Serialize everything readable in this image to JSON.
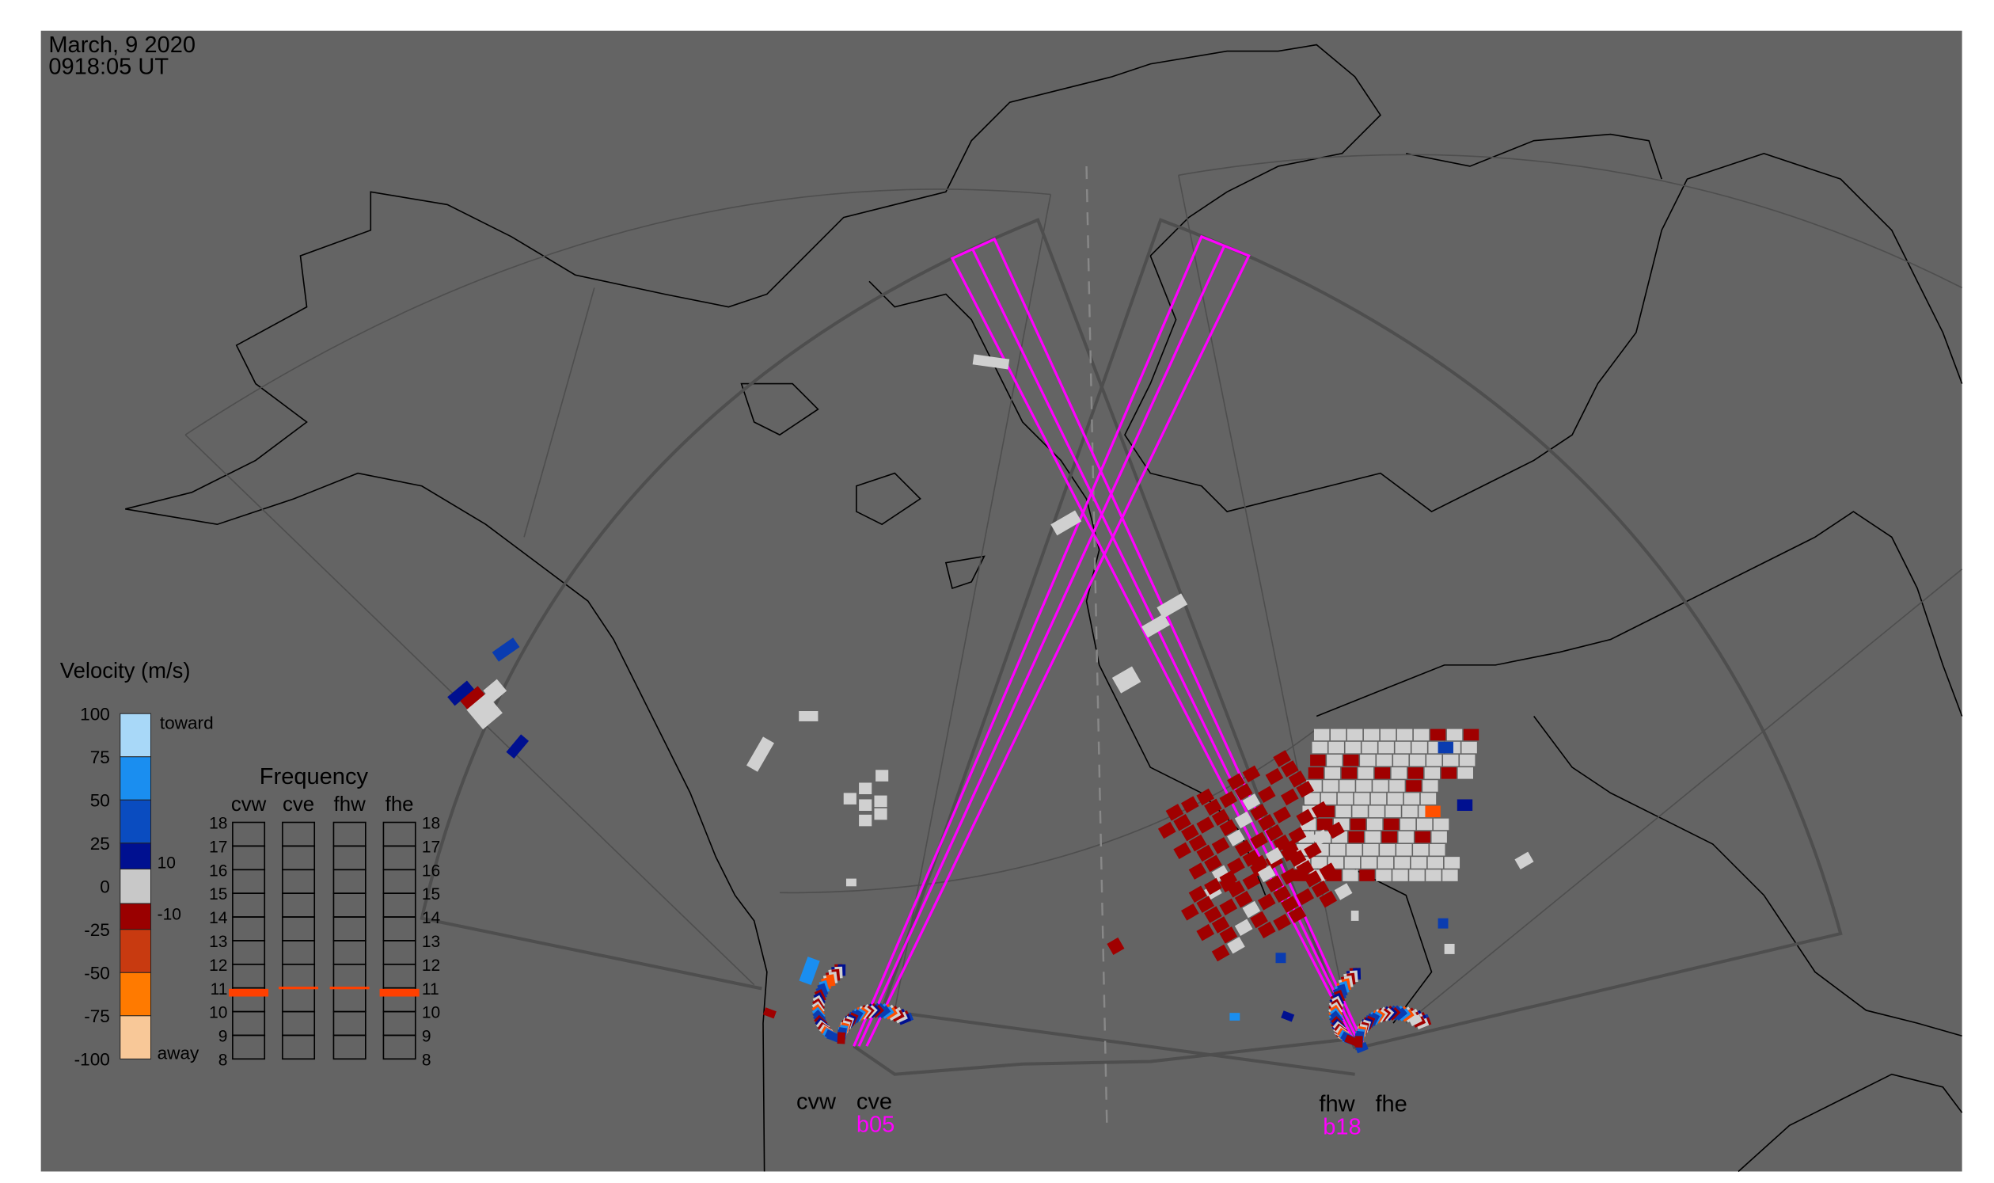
{
  "header": {
    "date": "March, 9 2020",
    "time": "0918:05 UT"
  },
  "legend": {
    "title": "Velocity (m/s)",
    "ticks": [
      "100",
      "75",
      "50",
      "25",
      "0",
      "-25",
      "-50",
      "-75",
      "-100"
    ],
    "toward_label": "toward",
    "away_label": "away",
    "ground_scatter_ticks": [
      "10",
      "-10"
    ],
    "colors": [
      "#a8d8f8",
      "#1a8ef0",
      "#0a4cc0",
      "#001090",
      "#c8c8c8",
      "#9a0000",
      "#c83a10",
      "#ff7a00",
      "#f8c898"
    ]
  },
  "frequency": {
    "title": "Frequency",
    "radars": [
      "cvw",
      "cve",
      "fhw",
      "fhe"
    ],
    "scale_left": [
      "18",
      "17",
      "16",
      "15",
      "14",
      "13",
      "12",
      "11",
      "10",
      "9",
      "8"
    ],
    "scale_right": [
      "18",
      "17",
      "16",
      "15",
      "14",
      "13",
      "12",
      "11",
      "10",
      "9",
      "8"
    ],
    "values_mhz": [
      10.8,
      11.0,
      11.0,
      10.8
    ],
    "marker_color": "#ff4000",
    "range_mhz": [
      8,
      18
    ]
  },
  "radars": {
    "christmas_valley": {
      "west": "cvw",
      "east": "cve",
      "beam": "b05"
    },
    "fort_hays": {
      "west": "fhw",
      "east": "fhe",
      "beam": "b18"
    }
  },
  "colors": {
    "background": "#646464",
    "beam": "#ff00ff",
    "fov": "#4e4e4e",
    "coast": "#000000"
  }
}
